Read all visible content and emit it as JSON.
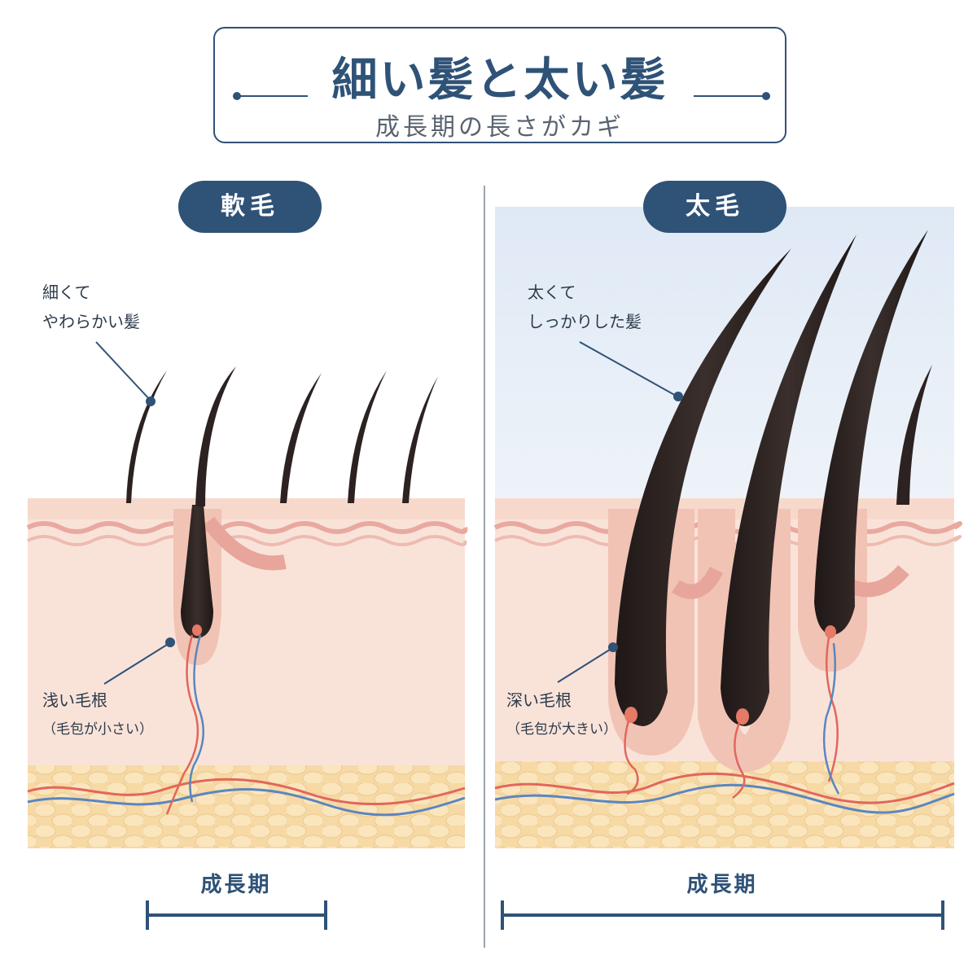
{
  "header": {
    "title": "細い髪と太い髪",
    "subtitle": "成長期の長さがカギ"
  },
  "panels": {
    "left": {
      "badge": "軟毛",
      "hair_label_1": "細くて",
      "hair_label_2": "やわらかい髪",
      "root_label": "浅い毛根",
      "root_sub": "（毛包が小さい）",
      "growth_label": "成長期"
    },
    "right": {
      "badge": "太毛",
      "hair_label_1": "太くて",
      "hair_label_2": "しっかりした髪",
      "root_label": "深い毛根",
      "root_sub": "（毛包が大きい）",
      "growth_label": "成長期"
    }
  },
  "colors": {
    "accent": "#2f5277",
    "hair": "#2b2221",
    "skin": "#f9e2d8",
    "fat": "#f7deae",
    "artery": "#e2665c",
    "vein": "#5b86bf"
  }
}
